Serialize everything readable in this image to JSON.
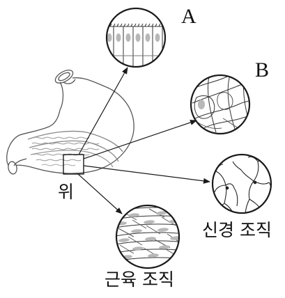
{
  "labels": {
    "a": "A",
    "b": "B",
    "stomach": "위",
    "nerve_tissue": "신경 조직",
    "muscle_tissue": "근육 조직"
  },
  "icons": {
    "stomach": "stomach-illustration",
    "tissue_a": "columnar-epithelium-circle",
    "tissue_b": "connective-tissue-circle",
    "nerve": "neuron-circle",
    "muscle": "smooth-muscle-circle"
  },
  "colors": {
    "line": "#1a1a1a",
    "outline_light": "#666666",
    "nucleus": "#b8b8b8",
    "background": "#ffffff"
  }
}
